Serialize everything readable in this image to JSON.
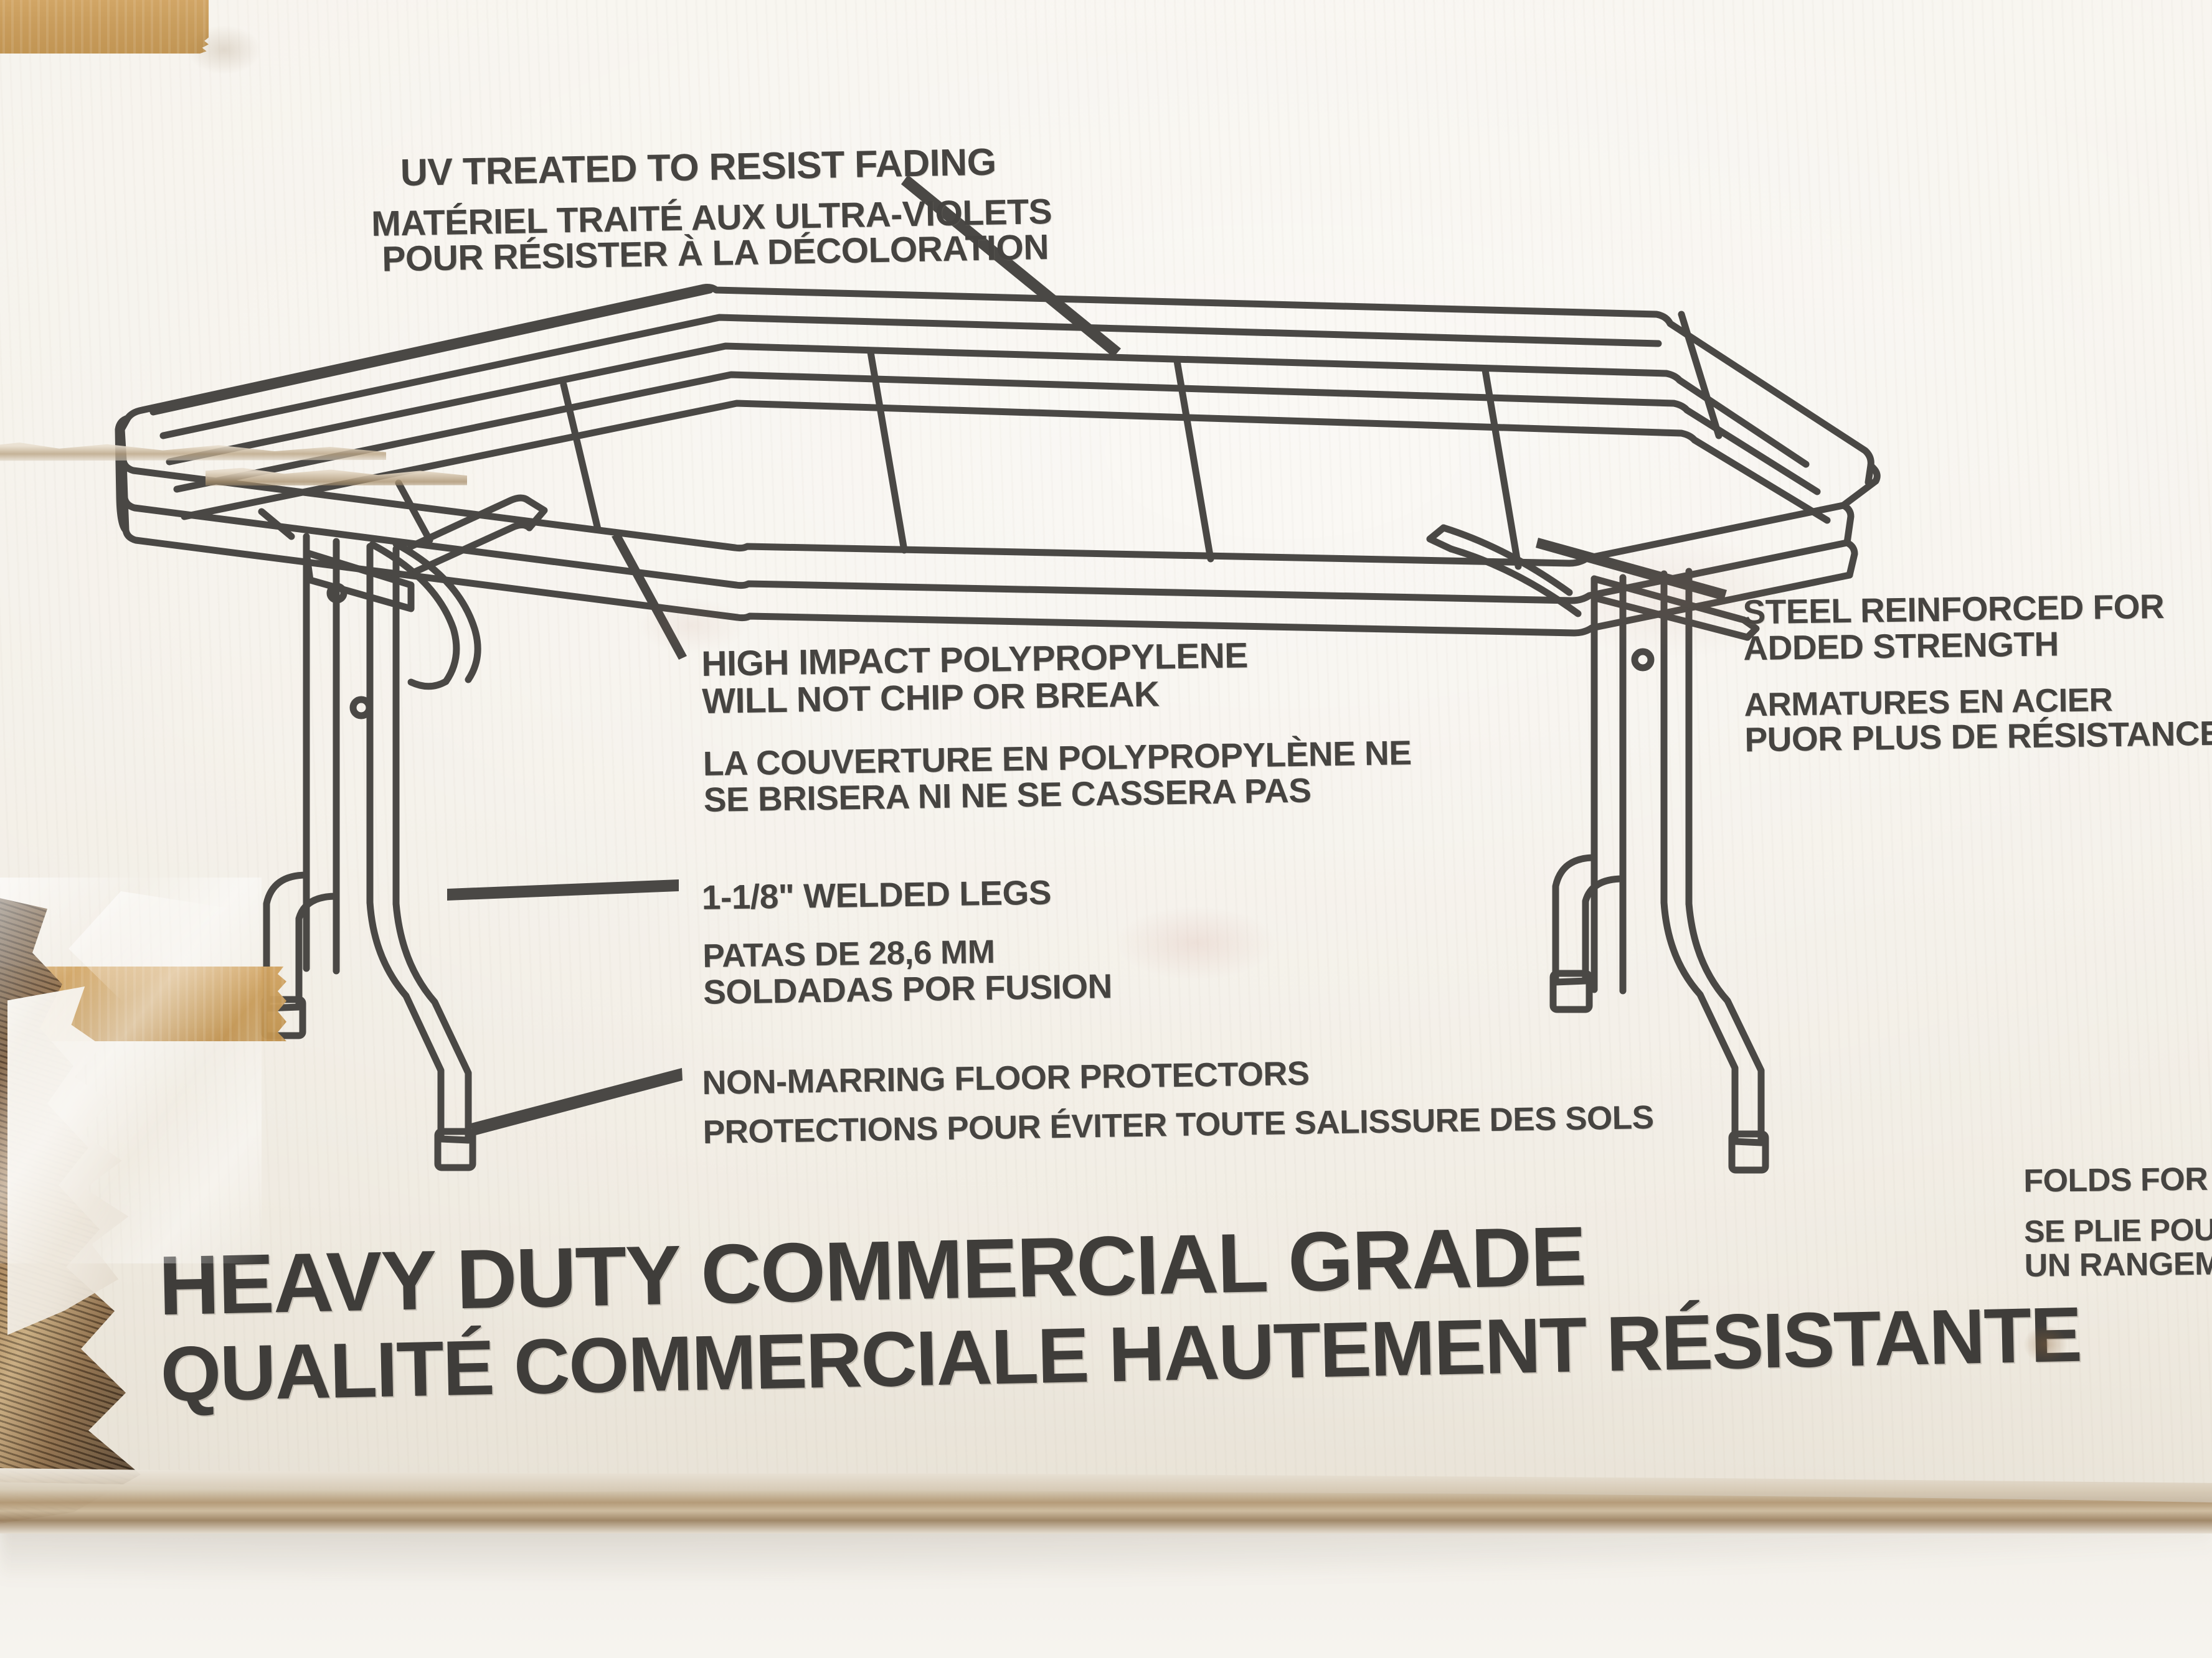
{
  "product_panel": {
    "surface_color": "#f2eee6",
    "ink_color": "#464441",
    "tape_color": "#c99c5a",
    "corrugation_color": "#9b7346"
  },
  "callouts": [
    {
      "id": "uv",
      "english": [
        "UV TREATED TO RESIST FADING"
      ],
      "french": [
        "MATÉRIEL TRAITÉ AUX ULTRA-VIOLETS",
        "POUR RÉSISTER À LA DÉCOLORATION"
      ]
    },
    {
      "id": "polypropylene",
      "english": [
        "HIGH IMPACT POLYPROPYLENE",
        "WILL NOT CHIP OR BREAK"
      ],
      "french": [
        "LA COUVERTURE EN POLYPROPYLÈNE NE",
        "SE BRISERA NI NE SE CASSERA PAS"
      ]
    },
    {
      "id": "legs",
      "english": [
        "1-1/8\" WELDED LEGS"
      ],
      "french": [
        "PATAS DE 28,6 mm",
        "SOLDADAS POR FUSION"
      ]
    },
    {
      "id": "floor-protectors",
      "english": [
        "NON-MARRING FLOOR PROTECTORS"
      ],
      "french": [
        "PROTECTIONS POUR ÉVITER TOUTE SALISSURE DES SOLS"
      ]
    },
    {
      "id": "steel",
      "english": [
        "STEEL REINFORCED FOR",
        "ADDED STRENGTH"
      ],
      "french": [
        "ARMATURES EN ACIER",
        "PUOR PLUS DE RÉSISTANCE"
      ]
    },
    {
      "id": "folds",
      "english": [
        "FOLDS FOR E"
      ],
      "french": [
        "SE PLIE POUR",
        "UN RANGEME"
      ]
    }
  ],
  "uv": {
    "line1": "UV TREATED TO RESIST FADING",
    "line2": "MATÉRIEL TRAITÉ AUX ULTRA-VIOLETS",
    "line3": "POUR RÉSISTER À LA DÉCOLORATION"
  },
  "polypropylene": {
    "line1": "HIGH IMPACT POLYPROPYLENE",
    "line2": "WILL NOT CHIP OR BREAK",
    "line3": "LA COUVERTURE EN POLYPROPYLÈNE NE",
    "line4": "SE BRISERA NI NE SE CASSERA PAS"
  },
  "legs": {
    "line1": "1-1/8\" WELDED LEGS",
    "line2": "PATAS DE 28,6 mm",
    "line3": "SOLDADAS POR FUSION"
  },
  "floor_protectors": {
    "line1": "NON-MARRING FLOOR PROTECTORS",
    "line2": "PROTECTIONS POUR ÉVITER TOUTE SALISSURE DES SOLS"
  },
  "steel": {
    "line1": "STEEL REINFORCED FOR",
    "line2": "ADDED STRENGTH",
    "line3": "ARMATURES EN ACIER",
    "line4": "PUOR PLUS DE RÉSISTANCE"
  },
  "folds": {
    "line1": "FOLDS FOR E",
    "line2": "SE PLIE POUR",
    "line3": "UN RANGEME"
  },
  "headline": {
    "english": "HEAVY DUTY COMMERCIAL GRADE",
    "french": "QUALITÉ COMMERCIALE HAUTEMENT RÉSISTANTE"
  },
  "illustration": {
    "subject": "folding-table-line-drawing",
    "features": [
      "tabletop-panel-grid",
      "folding-steel-legs",
      "leg-brace",
      "floor-protector-caps",
      "pivot-rivets"
    ]
  }
}
